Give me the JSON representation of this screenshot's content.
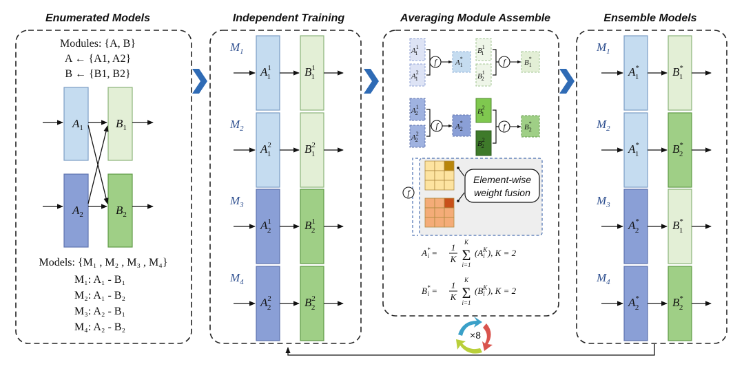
{
  "panels": {
    "enumerated": {
      "title": "Enumerated Models",
      "modules_line": "Modules: {A, B}",
      "a_line": "A ← {A1, A2}",
      "b_line": "B ← {B1, B2}",
      "blocks": {
        "a": "A",
        "b": "B"
      },
      "models_line": "Models: {M₁ , M₂ , M₃ , M₄}",
      "model_defs": [
        "M₁: A₁ - B₁",
        "M₂: A₁ - B₂",
        "M₃: A₂ - B₁",
        "M₄: A₂ - B₂"
      ]
    },
    "training": {
      "title": "Independent Training"
    },
    "averaging": {
      "title": "Averaging Module Assemble",
      "f_symbol": "f",
      "fusion_line1": "Element-wise",
      "fusion_line2": "weight fusion",
      "formula_a": "Aᵢ* = (1/K) Σᵢ₌₁ᴷ (Aᵢᴷ), K = 2",
      "formula_b": "Bᵢ* = (1/K) Σᵢ₌₁ᴷ (Bᵢᴷ), K = 2"
    },
    "ensemble": {
      "title": "Ensemble Models"
    }
  },
  "model_labels": [
    "M",
    "M",
    "M",
    "M"
  ],
  "model_indices": [
    "1",
    "2",
    "3",
    "4"
  ],
  "training_blocks": [
    {
      "a_sup": "1",
      "a_sub": "1",
      "b_sup": "1",
      "b_sub": "1"
    },
    {
      "a_sup": "2",
      "a_sub": "1",
      "b_sup": "2",
      "b_sub": "1"
    },
    {
      "a_sup": "1",
      "a_sub": "2",
      "b_sup": "1",
      "b_sub": "2"
    },
    {
      "a_sup": "2",
      "a_sub": "2",
      "b_sup": "2",
      "b_sub": "2"
    }
  ],
  "ensemble_blocks": [
    {
      "a_sub": "1",
      "b_sub": "1"
    },
    {
      "a_sub": "1",
      "b_sub": "2"
    },
    {
      "a_sub": "2",
      "b_sub": "1"
    },
    {
      "a_sub": "2",
      "b_sub": "2"
    }
  ],
  "star": "*",
  "repeat_label": "×8",
  "colors": {
    "light_blue": "#c5dcf0",
    "dark_blue": "#8a9fd6",
    "light_green": "#e3efd6",
    "mid_green": "#9fcf86",
    "dark_green": "#3e7a2a",
    "fusion_yellow": "#fde3a0",
    "fusion_orange": "#f4ac78",
    "fusion_gold": "#b8860b",
    "fusion_rust": "#c8501a"
  }
}
